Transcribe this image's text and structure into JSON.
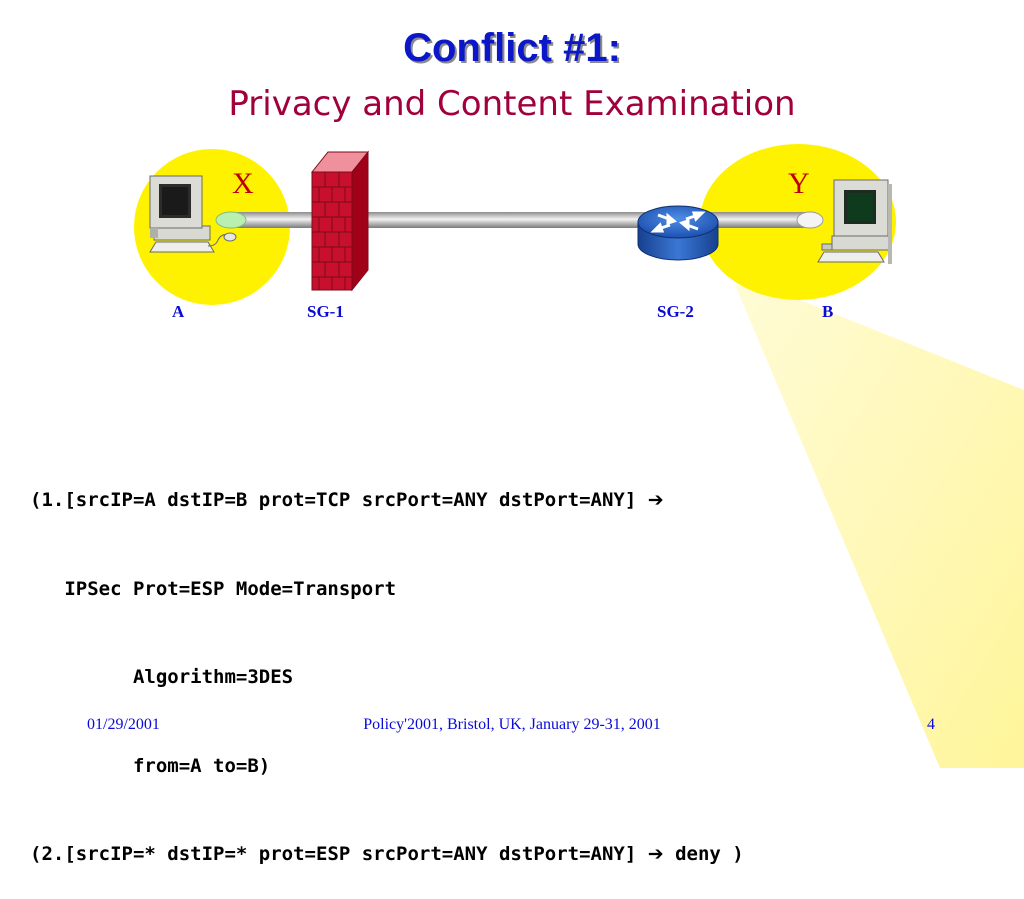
{
  "slide": {
    "title": "Conflict #1:",
    "subtitle": "Privacy and Content Examination"
  },
  "diagram": {
    "zones": {
      "left": "X",
      "right": "Y"
    },
    "nodes": {
      "host_a": "A",
      "gateway_1": "SG-1",
      "gateway_2": "SG-2",
      "host_b": "B"
    },
    "icons": {
      "host_a": "desktop-computer-icon",
      "gateway_1": "firewall-icon",
      "gateway_2": "router-icon",
      "host_b": "desktop-computer-icon"
    },
    "colors": {
      "zone": "#fff200",
      "label": "#0a0ad8",
      "zone_label": "#c00000",
      "firewall": "#c8102e",
      "router": "#1f5fbf"
    }
  },
  "policy": {
    "rule1_head": "(1.[srcIP=A dstIP=B prot=TCP srcPort=ANY dstPort=ANY]",
    "arrow": "➔",
    "rule1_action": "   IPSec Prot=ESP Mode=Transport",
    "rule1_algorithm": "         Algorithm=3DES",
    "rule1_scope": "         from=A to=B)",
    "rule2_head": "(2.[srcIP=* dstIP=* prot=ESP srcPort=ANY dstPort=ANY]",
    "rule2_action": "deny )"
  },
  "footer": {
    "date": "01/29/2001",
    "conference": "Policy'2001, Bristol, UK, January 29-31, 2001",
    "page": "4"
  }
}
